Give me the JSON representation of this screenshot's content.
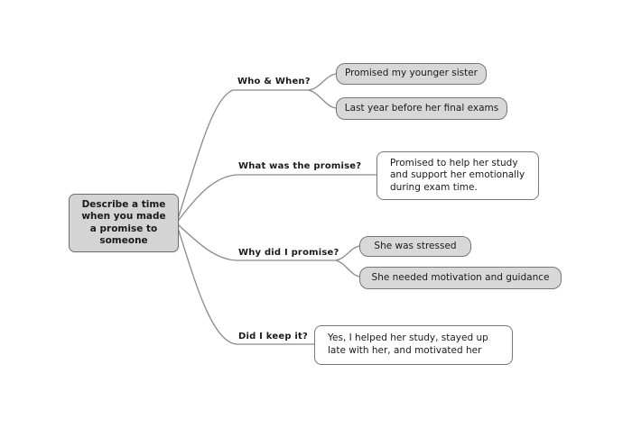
{
  "central": {
    "text": "Describe a time when you made a promise to someone"
  },
  "branches": [
    {
      "label": "Who & When?",
      "children": [
        "Promised my younger sister",
        "Last year before her final exams"
      ]
    },
    {
      "label": "What was the promise?",
      "children": [
        "Promised to help her study and support her emotionally during exam time."
      ]
    },
    {
      "label": "Why did I promise?",
      "children": [
        "She was stressed",
        "She needed motivation and guidance"
      ]
    },
    {
      "label": "Did I keep it?",
      "children": [
        "Yes, I helped her study, stayed up late with her, and motivated her"
      ]
    }
  ],
  "colors": {
    "line": "#8a8a8a",
    "filled_node": "#d4d4d4",
    "border": "#6e6e6e"
  }
}
